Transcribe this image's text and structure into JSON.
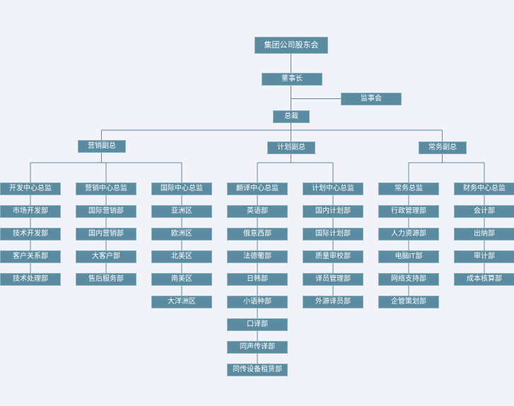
{
  "org_chart": {
    "root": "集团公司股东会",
    "chairman": "董事长",
    "supervisory_board": "监事会",
    "president": "总裁",
    "vice_presidents": [
      {
        "label": "营销副总",
        "centers": [
          {
            "label": "开发中心总监",
            "departments": [
              "市场开发部",
              "技术开发部",
              "客户关系部",
              "技术处理部"
            ]
          },
          {
            "label": "营销中心总监",
            "departments": [
              "国际营销部",
              "国内营销部",
              "大客户部",
              "售后服务部"
            ]
          },
          {
            "label": "国际中心总监",
            "departments": [
              "亚洲区",
              "欧洲区",
              "北美区",
              "南美区",
              "大洋洲区"
            ]
          }
        ]
      },
      {
        "label": "计划副总",
        "centers": [
          {
            "label": "翻译中心总监",
            "departments": [
              "英语部",
              "俄意西部",
              "法德葡部",
              "日韩部",
              "小语种部",
              "口译部",
              "同声传译部",
              "同传设备租赁部"
            ]
          },
          {
            "label": "计划中心总监",
            "departments": [
              "国内计划部",
              "国际计划部",
              "质量审校部",
              "译员管理部",
              "外源译员部"
            ]
          }
        ]
      },
      {
        "label": "常务副总",
        "centers": [
          {
            "label": "常务总监",
            "departments": [
              "行政管理部",
              "人力资源部",
              "电脑IT部",
              "网络支持部",
              "企管策划部"
            ]
          },
          {
            "label": "财务中心总监",
            "departments": [
              "会计部",
              "出纳部",
              "审计部",
              "成本核算部"
            ]
          }
        ]
      }
    ]
  }
}
